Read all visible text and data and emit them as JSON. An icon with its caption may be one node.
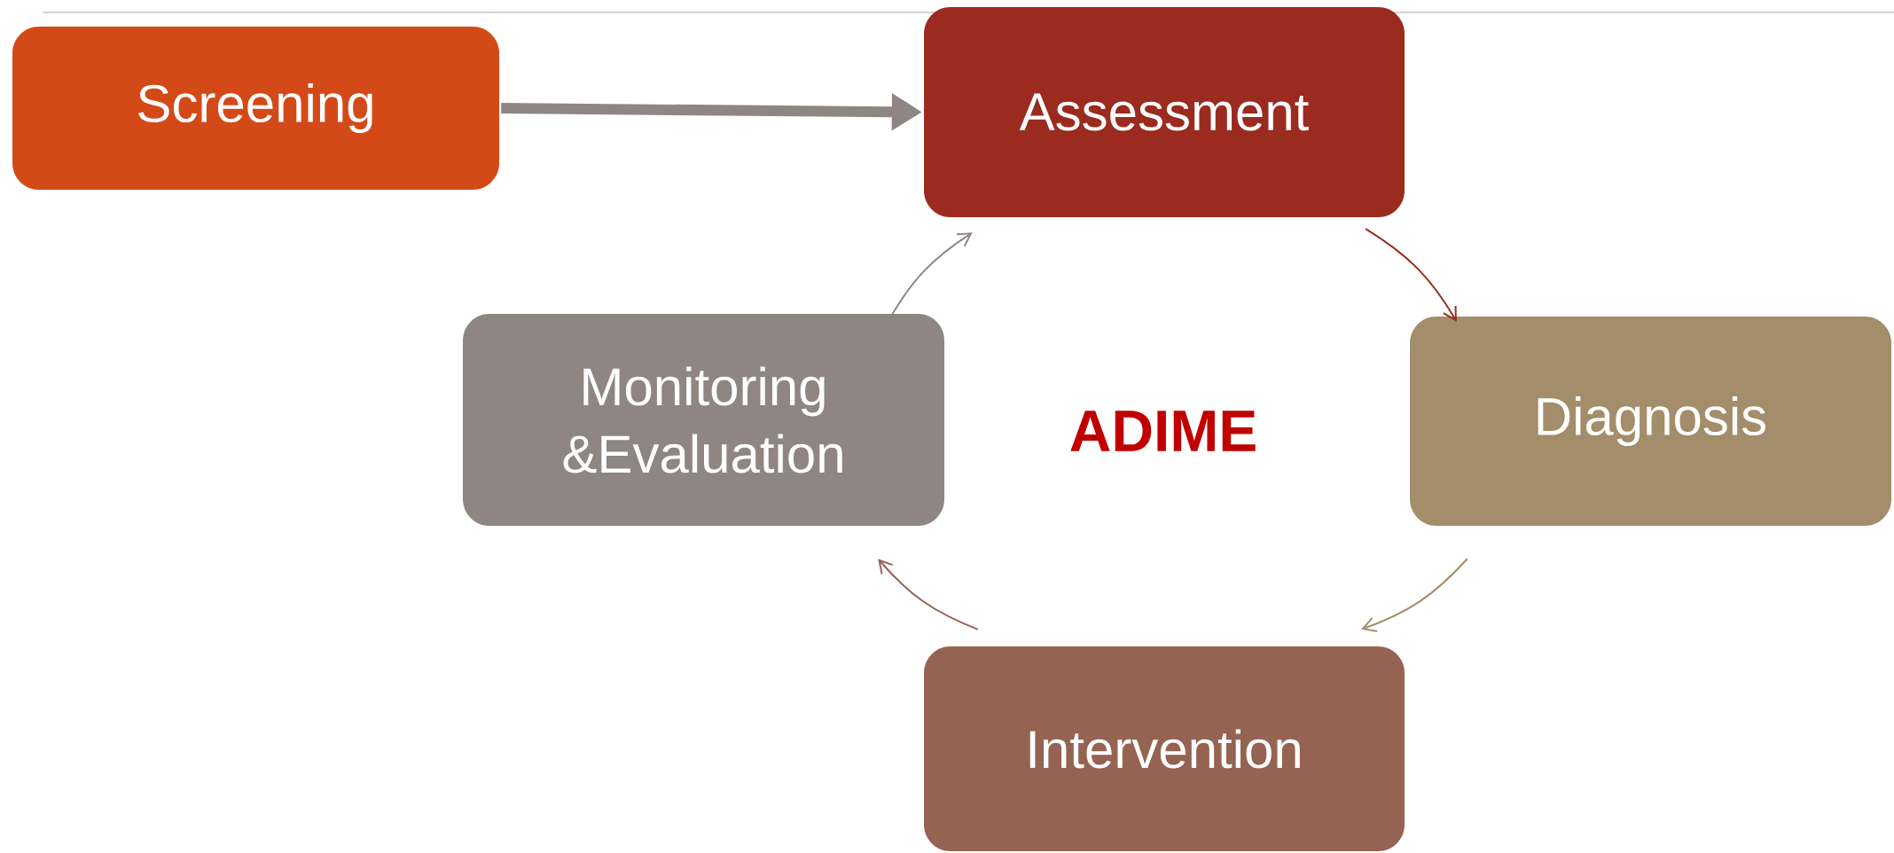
{
  "diagram": {
    "nodes": [
      {
        "text": [
          "Screening"
        ]
      },
      {
        "text": [
          "Assessment"
        ]
      },
      {
        "text": [
          "Diagnosis"
        ]
      },
      {
        "text": [
          "Intervention"
        ]
      },
      {
        "text": [
          "Monitoring &Evaluation"
        ]
      }
    ],
    "edges": [
      {
        "from": 0,
        "to": 1,
        "arrow": "to",
        "style": "thick",
        "color": "#8f8583"
      },
      {
        "from": 1,
        "to": 2,
        "arrow": "to",
        "color": "#9b2b1f"
      },
      {
        "from": 2,
        "to": 3,
        "arrow": "to",
        "color": "#a38d6a"
      },
      {
        "from": 3,
        "to": 4,
        "arrow": "to",
        "color": "#956352"
      },
      {
        "from": 4,
        "to": 1,
        "arrow": "to",
        "color": "#8f8583"
      }
    ],
    "labels": [
      "ADIME"
    ]
  }
}
